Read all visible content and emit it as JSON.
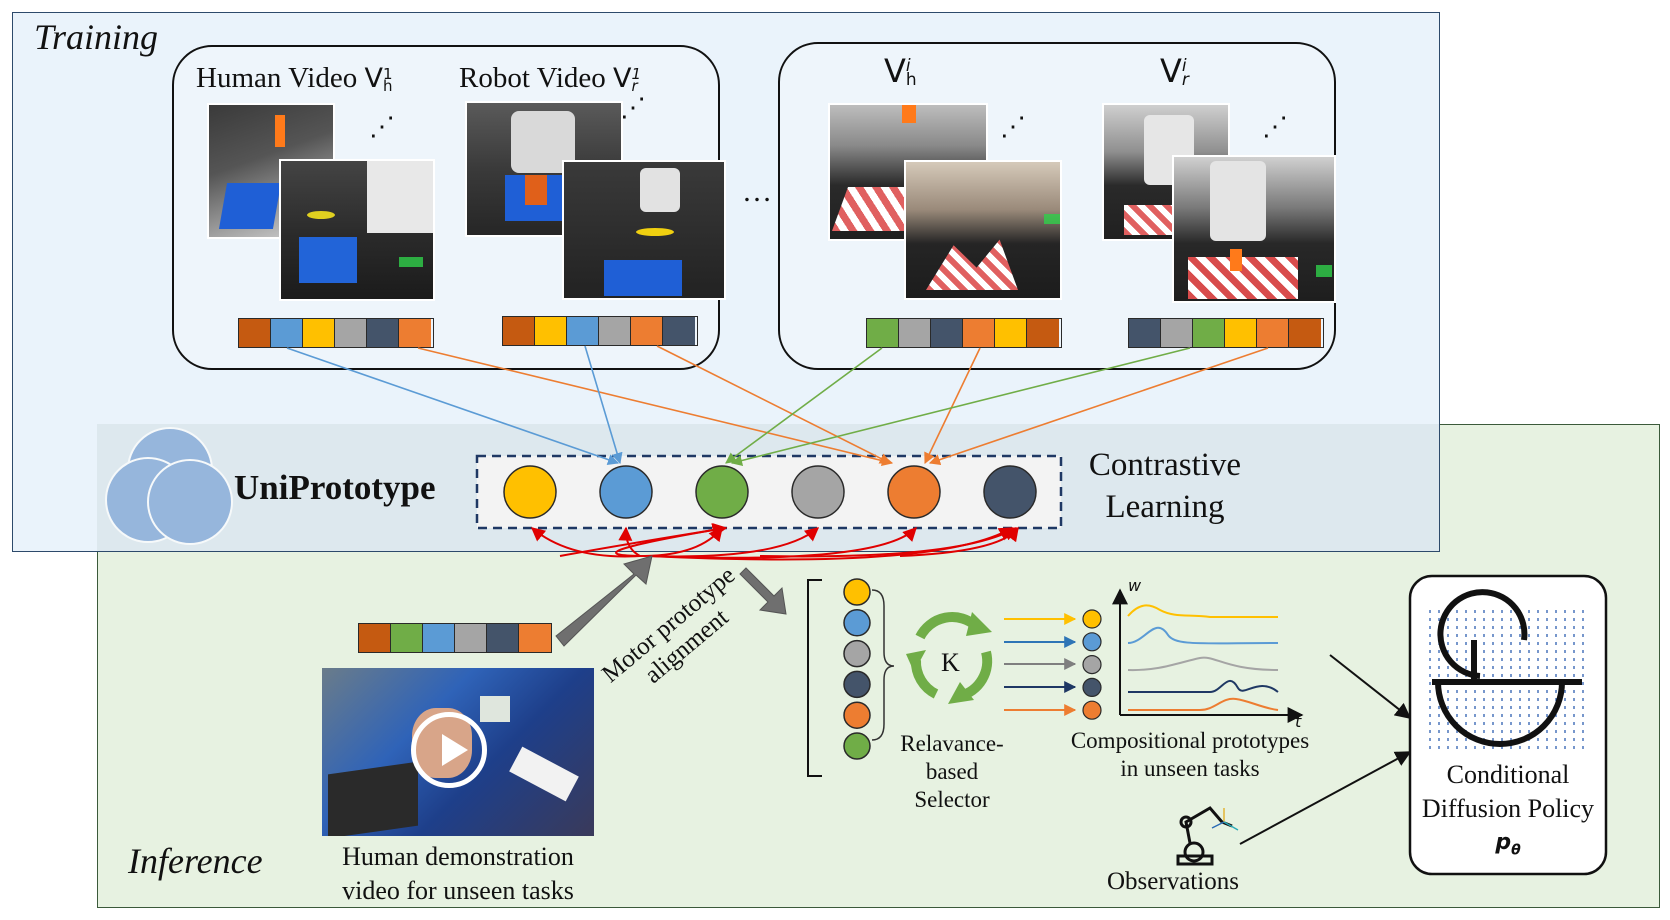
{
  "training": {
    "title": "Training",
    "human_video_label": "Human Video",
    "human_video_symbol": "V",
    "human_video_sub": "h",
    "human_video_sup": "1",
    "robot_video_label": "Robot Video",
    "robot_video_symbol": "V",
    "robot_video_sub": "r",
    "robot_video_sup": "1",
    "human_video_i_symbol": "V",
    "human_video_i_sub": "h",
    "human_video_i_sup": "i",
    "robot_video_i_symbol": "V",
    "robot_video_i_sub": "r",
    "robot_video_i_sup": "i",
    "ellipsis": "…",
    "dots": "⋰"
  },
  "prototype": {
    "name": "UniPrototype",
    "contrastive_line1": "Contrastive",
    "contrastive_line2": "Learning"
  },
  "inference": {
    "title": "Inference",
    "alignment_line1": "Motor prototype",
    "alignment_line2": "alignment",
    "demo_line1": "Human demonstration",
    "demo_line2": "video for unseen tasks",
    "selector_letter": "K",
    "selector_line1": "Relavance-",
    "selector_line2": "based",
    "selector_line3": "Selector",
    "comp_line1": "Compositional prototypes",
    "comp_line2": "in unseen tasks",
    "axis_w": "w",
    "axis_t": "t",
    "observations": "Observations",
    "policy_line1": "Conditional",
    "policy_line2": "Diffusion Policy",
    "policy_symbol": "p",
    "policy_sub": "θ"
  },
  "colors": {
    "dark_orange": "#c55a11",
    "blue": "#5b9bd5",
    "yellow": "#ffc000",
    "gray": "#a5a5a5",
    "navy": "#44546a",
    "orange": "#ed7d31",
    "green": "#70ad47",
    "red_arrow": "#e00000",
    "teal_arrow": "#2e75b6"
  },
  "strips": {
    "human_1": [
      "dark_orange",
      "blue",
      "yellow",
      "gray",
      "navy",
      "orange"
    ],
    "robot_1": [
      "dark_orange",
      "yellow",
      "blue",
      "gray",
      "orange",
      "navy"
    ],
    "human_i": [
      "green",
      "gray",
      "navy",
      "orange",
      "yellow",
      "dark_orange"
    ],
    "robot_i": [
      "navy",
      "gray",
      "green",
      "yellow",
      "orange",
      "dark_orange"
    ],
    "demo": [
      "dark_orange",
      "green",
      "blue",
      "gray",
      "navy",
      "orange"
    ]
  },
  "prototypes": [
    "yellow",
    "blue",
    "green",
    "gray",
    "orange",
    "navy"
  ],
  "selector_list": [
    "yellow",
    "blue",
    "gray",
    "navy",
    "orange",
    "green"
  ]
}
